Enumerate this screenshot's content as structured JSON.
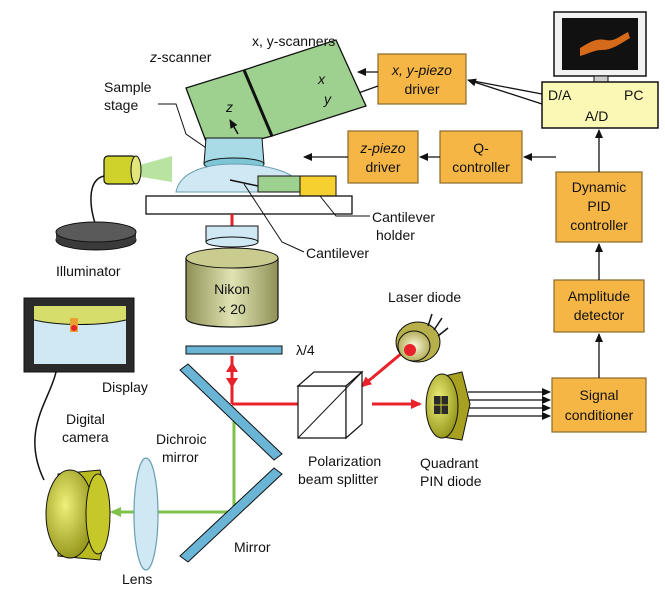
{
  "colors": {
    "block_fill": "#f6b646",
    "block_stroke": "#8a6a2a",
    "pc_fill": "#fbf7b5",
    "scanner_fill": "#9ed08f",
    "laser_beam": "#e8222a",
    "image_beam": "#7ec24a",
    "lens_fill": "#cfe8f3",
    "camera_fill": "#cfd22a"
  },
  "labels": {
    "z_scanner": "z-scanner",
    "xy_scanners": "x, y-scanners",
    "sample_stage_l1": "Sample",
    "sample_stage_l2": "stage",
    "scanner_x": "x",
    "scanner_y": "y",
    "scanner_z": "z",
    "illuminator": "Illuminator",
    "cantilever_holder_l1": "Cantilever",
    "cantilever_holder_l2": "holder",
    "cantilever": "Cantilever",
    "objective_l1": "Nikon",
    "objective_l2": "× 20",
    "quarter_wave": "λ/4",
    "laser_diode": "Laser diode",
    "display": "Display",
    "digital_camera_l1": "Digital",
    "digital_camera_l2": "camera",
    "dichroic_mirror_l1": "Dichroic",
    "dichroic_mirror_l2": "mirror",
    "pbs_l1": "Polarization",
    "pbs_l2": "beam splitter",
    "quadrant_l1": "Quadrant",
    "quadrant_l2": "PIN diode",
    "mirror": "Mirror",
    "lens": "Lens"
  },
  "blocks": {
    "xy_driver_l1": "x, y-piezo",
    "xy_driver_l2": "driver",
    "z_driver_l1": "z-piezo",
    "z_driver_l2": "driver",
    "q_controller_l1": "Q-",
    "q_controller_l2": "controller",
    "pid_l1": "Dynamic",
    "pid_l2": "PID",
    "pid_l3": "controller",
    "amp_l1": "Amplitude",
    "amp_l2": "detector",
    "signal_l1": "Signal",
    "signal_l2": "conditioner"
  },
  "pc": {
    "da": "D/A",
    "pc": "PC",
    "ad": "A/D"
  }
}
